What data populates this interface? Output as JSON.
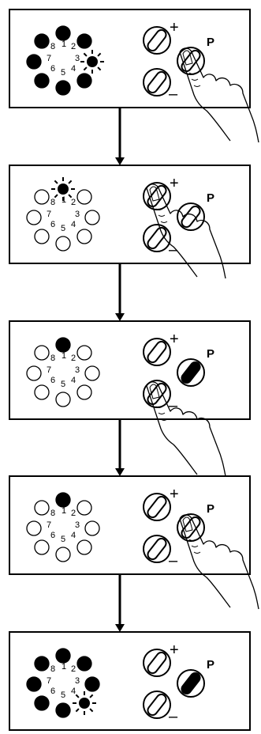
{
  "steps": [
    {
      "led_states": {
        "1": "on",
        "2": "on",
        "3": "blink",
        "4": "on",
        "5": "on",
        "6": "on",
        "7": "on",
        "8": "on"
      },
      "p_button": "outline",
      "finger": "p"
    },
    {
      "led_states": {
        "1": "blink",
        "2": "off",
        "3": "off",
        "4": "off",
        "5": "off",
        "6": "off",
        "7": "off",
        "8": "off"
      },
      "p_button": "outline",
      "finger": "plus"
    },
    {
      "led_states": {
        "1": "on",
        "2": "off",
        "3": "off",
        "4": "off",
        "5": "off",
        "6": "off",
        "7": "off",
        "8": "off"
      },
      "p_button": "filled",
      "finger": "minus"
    },
    {
      "led_states": {
        "1": "on",
        "2": "off",
        "3": "off",
        "4": "off",
        "5": "off",
        "6": "off",
        "7": "off",
        "8": "off"
      },
      "p_button": "outline",
      "finger": "p"
    },
    {
      "led_states": {
        "1": "on",
        "2": "on",
        "3": "on",
        "4": "blink",
        "5": "on",
        "6": "on",
        "7": "on",
        "8": "on"
      },
      "p_button": "filled",
      "finger": "none"
    }
  ],
  "labels": {
    "numbers": [
      "1",
      "2",
      "3",
      "4",
      "5",
      "6",
      "7",
      "8"
    ],
    "plus": "+",
    "minus": "–",
    "p": "P"
  },
  "icons": {
    "led_on": "filled-circle",
    "led_off": "open-circle",
    "led_blink": "blinking-led-icon",
    "button": "oval-button-icon",
    "hand": "pointing-finger-icon",
    "arrow": "down-arrow-icon"
  },
  "colors": {
    "ink": "#000000",
    "background": "#ffffff"
  }
}
